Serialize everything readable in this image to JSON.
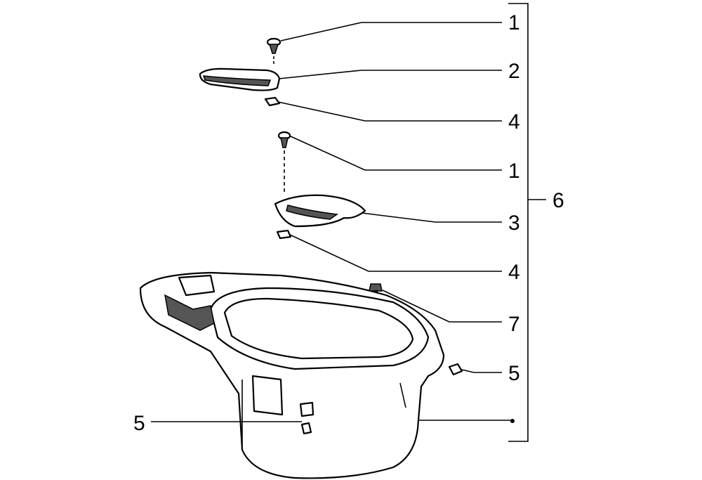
{
  "diagram": {
    "callouts": [
      {
        "id": "c1a",
        "label": "1",
        "part": "screw-top"
      },
      {
        "id": "c2",
        "label": "2",
        "part": "small-cover"
      },
      {
        "id": "c4a",
        "label": "4",
        "part": "clip-top"
      },
      {
        "id": "c1b",
        "label": "1",
        "part": "screw-middle"
      },
      {
        "id": "c3",
        "label": "3",
        "part": "curved-cover"
      },
      {
        "id": "c4b",
        "label": "4",
        "part": "clip-middle"
      },
      {
        "id": "c7",
        "label": "7",
        "part": "bolt"
      },
      {
        "id": "c5a",
        "label": "5",
        "part": "nut-right"
      },
      {
        "id": "c5b",
        "label": "5",
        "part": "nut-left"
      }
    ],
    "group_label": "6"
  }
}
